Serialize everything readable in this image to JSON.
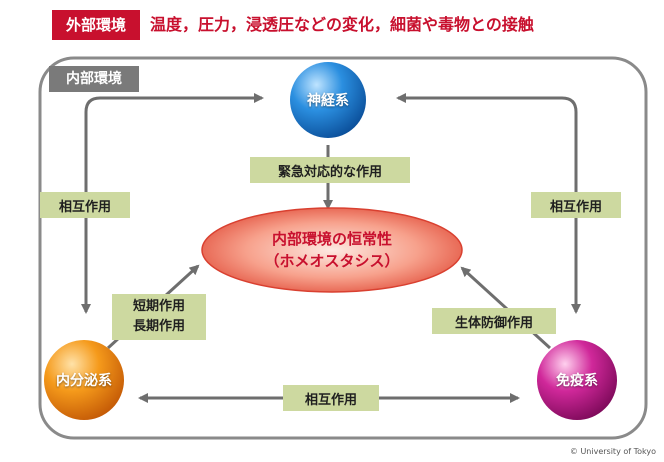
{
  "external": {
    "badge": "外部環境",
    "description": "温度，圧力，浸透圧などの変化，細菌や毒物との接触"
  },
  "internal": {
    "badge": "内部環境"
  },
  "nodes": {
    "nervous": "神経系",
    "endocrine": "内分泌系",
    "immune": "免疫系"
  },
  "center": {
    "line1": "内部環境の恒常性",
    "line2": "（ホメオスタシス）"
  },
  "labels": {
    "emergency": "緊急対応的な作用",
    "interaction_left": "相互作用",
    "interaction_right": "相互作用",
    "interaction_bottom": "相互作用",
    "short_term": "短期作用",
    "long_term": "長期作用",
    "defense": "生体防御作用"
  },
  "colors": {
    "accent_red": "#c8102e",
    "label_green": "#cdd9a0",
    "nervous_blue": "#1e88e5",
    "endocrine_orange": "#f39a1e",
    "immune_magenta": "#c2188b"
  },
  "copyright": "© University of Tokyo"
}
